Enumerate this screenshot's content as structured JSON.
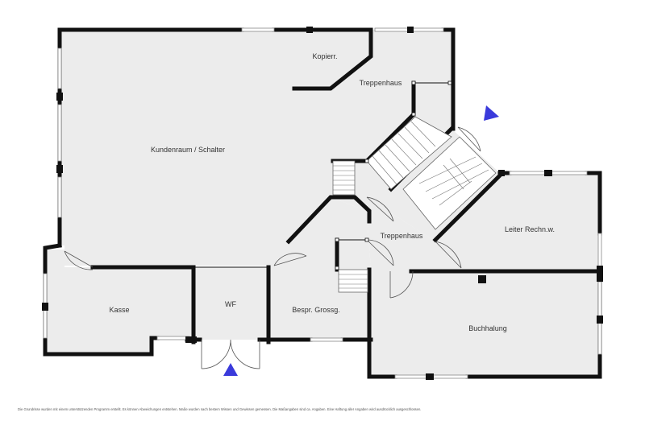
{
  "rooms": {
    "kundenraum": "Kundenraum / Schalter",
    "kopierr": "Kopierr.",
    "treppenhaus_top": "Treppenhaus",
    "treppenhaus_mid": "Treppenhaus",
    "leiter": "Leiter Rechn.w.",
    "kasse": "Kasse",
    "wf": "WF",
    "bespr": "Bespr. Grossg.",
    "buchhaltung": "Buchhalung"
  },
  "disclaimer": "Die Grundrisse wurden mit einem unterstützenden Programm erstellt. Es können Abweichungen entstehen. Maße wurden nach bestem Wissen und Gewissen gemessen. Die Maßangaben sind ca. Angaben. Eine Haftung aller Angaben wird ausdrücklich ausgeschlossen.",
  "colors": {
    "floor": "#ececec",
    "wall": "#111111",
    "entrance_marker": "#3a3adb"
  },
  "icons": {
    "entrance_marker": "blue-triangle"
  }
}
